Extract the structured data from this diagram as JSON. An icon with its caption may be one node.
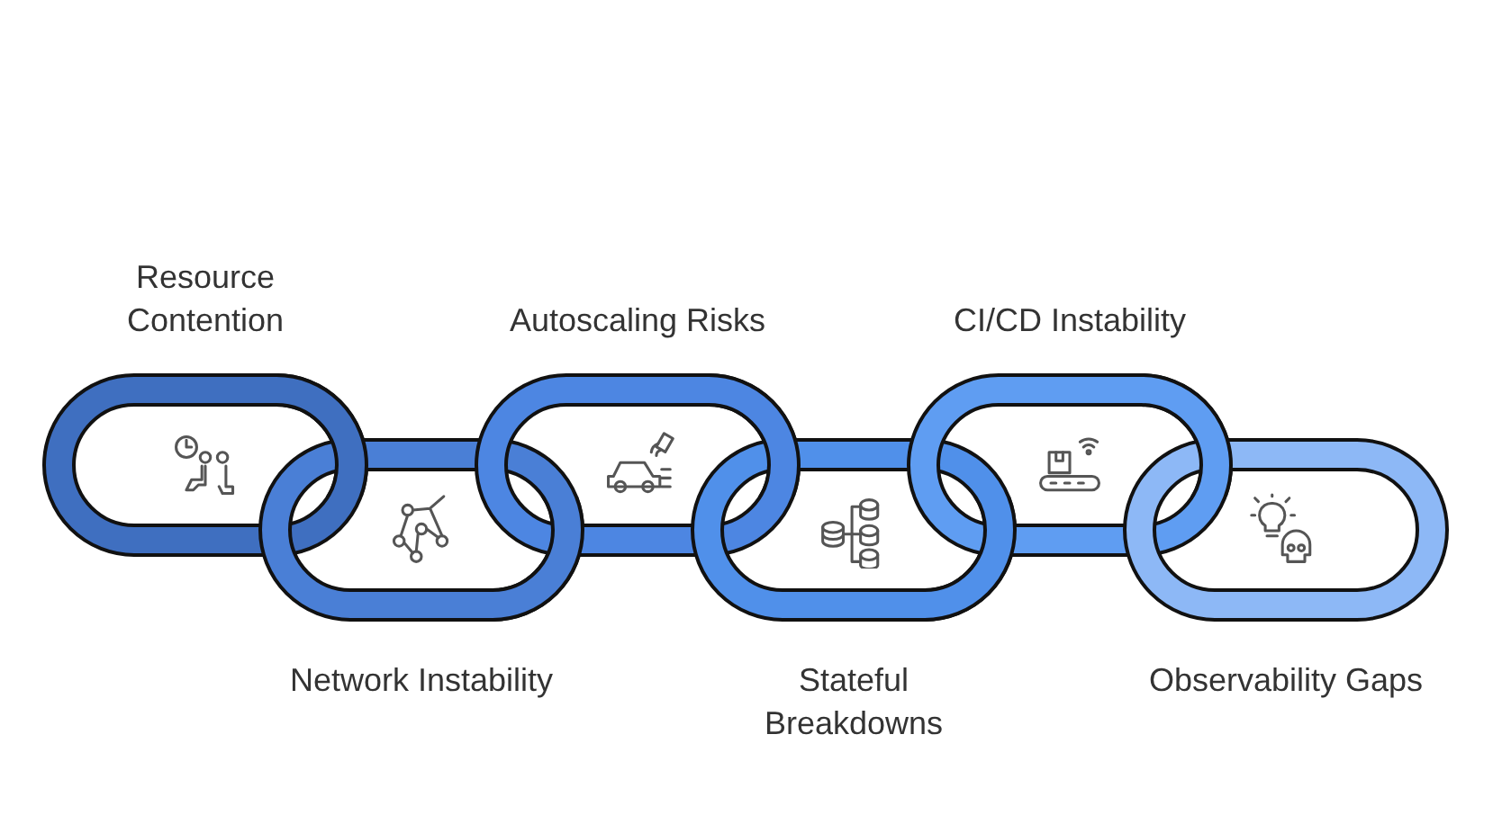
{
  "diagram": {
    "nodes": [
      {
        "text": [
          "Resource Contention"
        ]
      },
      {
        "text": [
          "Network Instability"
        ]
      },
      {
        "text": [
          "Autoscaling Risks"
        ]
      },
      {
        "text": [
          "Stateful Breakdowns"
        ]
      },
      {
        "text": [
          "CI/CD Instability"
        ]
      },
      {
        "text": [
          "Observability Gaps"
        ]
      }
    ]
  }
}
